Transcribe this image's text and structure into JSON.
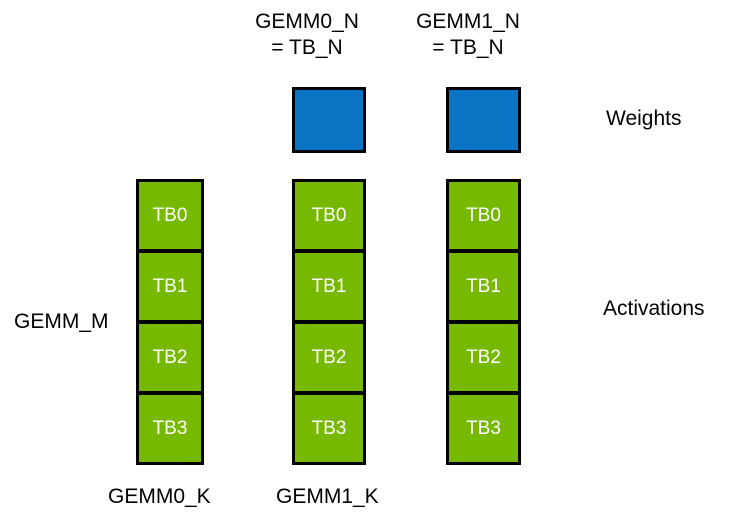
{
  "colors": {
    "weights_fill": "#0B74C4",
    "activations_fill": "#76B900",
    "border": "#000000",
    "cell_text": "#FFFFFF",
    "label_text": "#000000"
  },
  "header": {
    "gemm0_n": {
      "line1": "GEMM0_N",
      "line2": "= TB_N"
    },
    "gemm1_n": {
      "line1": "GEMM1_N",
      "line2": "= TB_N"
    }
  },
  "weights": {
    "label": "Weights"
  },
  "activations": {
    "label": "Activations",
    "m_label": "GEMM_M",
    "columns": [
      {
        "cells": [
          "TB0",
          "TB1",
          "TB2",
          "TB3"
        ]
      },
      {
        "cells": [
          "TB0",
          "TB1",
          "TB2",
          "TB3"
        ]
      },
      {
        "cells": [
          "TB0",
          "TB1",
          "TB2",
          "TB3"
        ]
      }
    ]
  },
  "footer": {
    "gemm0_k": "GEMM0_K",
    "gemm1_k": "GEMM1_K"
  }
}
